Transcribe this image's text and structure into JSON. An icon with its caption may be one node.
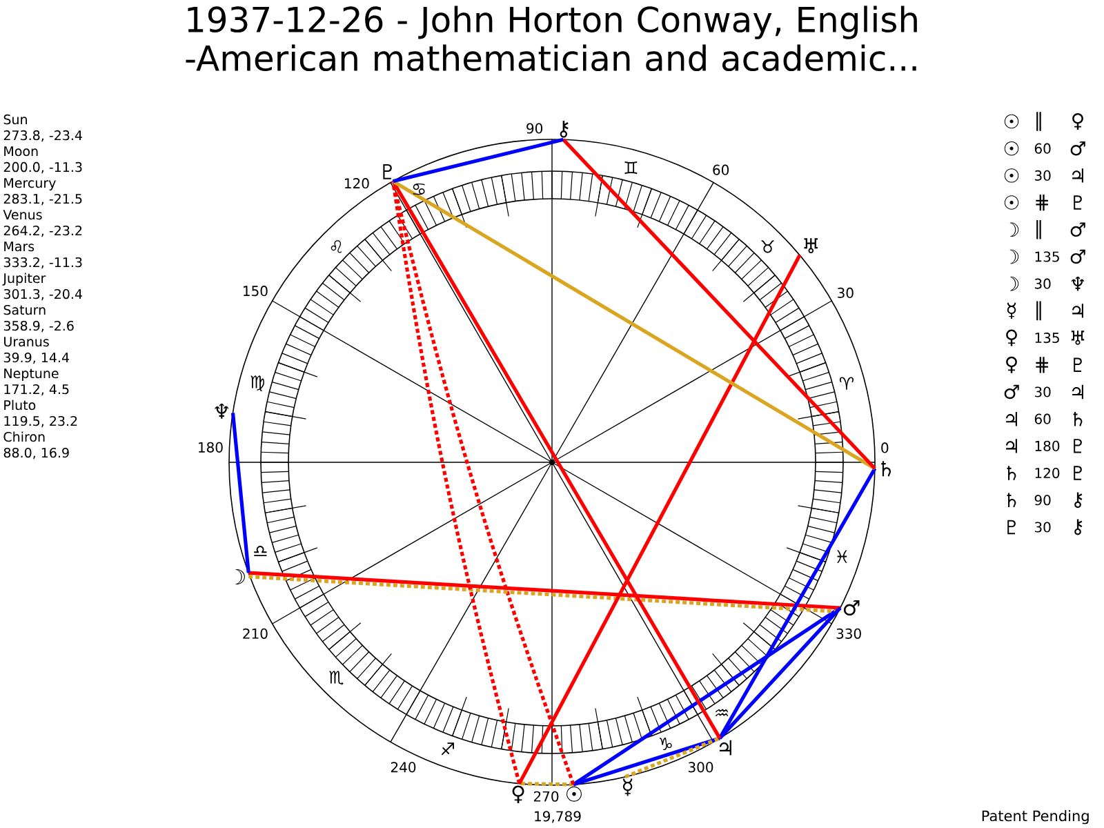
{
  "diagram": {
    "title": "1937-12-26 - John Horton Conway, English -American mathematician and academic...",
    "nodes": [
      {
        "text": [
          "☉"
        ]
      },
      {
        "text": [
          "☽"
        ]
      },
      {
        "text": [
          "☿"
        ]
      },
      {
        "text": [
          "♀"
        ]
      },
      {
        "text": [
          "♂"
        ]
      },
      {
        "text": [
          "♃"
        ]
      },
      {
        "text": [
          "♄"
        ]
      },
      {
        "text": [
          "♅"
        ]
      },
      {
        "text": [
          "♆"
        ]
      },
      {
        "text": [
          "♇"
        ]
      },
      {
        "text": [
          "⚷"
        ]
      }
    ],
    "edges": [
      {
        "from": 0,
        "to": 3,
        "arrow": "none",
        "style": "dashed",
        "color": "#daa520"
      },
      {
        "from": 0,
        "to": 4,
        "arrow": "none",
        "color": "#0000ff"
      },
      {
        "from": 0,
        "to": 5,
        "arrow": "none",
        "color": "#0000ff"
      },
      {
        "from": 0,
        "to": 9,
        "arrow": "none",
        "style": "dashed",
        "color": "#ff0000"
      },
      {
        "from": 1,
        "to": 4,
        "arrow": "none",
        "style": "dashed",
        "color": "#daa520"
      },
      {
        "from": 1,
        "to": 4,
        "arrow": "none",
        "color": "#ff0000"
      },
      {
        "from": 1,
        "to": 8,
        "arrow": "none",
        "color": "#0000ff"
      },
      {
        "from": 2,
        "to": 5,
        "arrow": "none",
        "style": "dashed",
        "color": "#daa520"
      },
      {
        "from": 3,
        "to": 7,
        "arrow": "none",
        "color": "#ff0000"
      },
      {
        "from": 3,
        "to": 9,
        "arrow": "none",
        "style": "dashed",
        "color": "#ff0000"
      },
      {
        "from": 4,
        "to": 5,
        "arrow": "none",
        "color": "#0000ff"
      },
      {
        "from": 5,
        "to": 6,
        "arrow": "none",
        "color": "#0000ff"
      },
      {
        "from": 5,
        "to": 9,
        "arrow": "none",
        "color": "#ff0000"
      },
      {
        "from": 6,
        "to": 9,
        "arrow": "none",
        "color": "#daa520"
      },
      {
        "from": 6,
        "to": 10,
        "arrow": "none",
        "color": "#ff0000"
      },
      {
        "from": 9,
        "to": 10,
        "arrow": "none",
        "color": "#0000ff"
      }
    ],
    "labels": [
      "Sun",
      "273.8, -23.4",
      "Moon",
      "200.0, -11.3",
      "Mercury",
      "283.1, -21.5",
      "Venus",
      "264.2, -23.2",
      "Mars",
      "333.2, -11.3",
      "Jupiter",
      "301.3, -20.4",
      "Saturn",
      "358.9, -2.6",
      "Uranus",
      "39.9, 14.4",
      "Neptune",
      "171.2, 4.5",
      "Pluto",
      "119.5, 23.2",
      "Chiron",
      "88.0, 16.9",
      "90",
      "60",
      "120",
      "150",
      "30",
      "180",
      "0",
      "210",
      "330",
      "240",
      "300",
      "270",
      "♊",
      "♋",
      "♌",
      "♉",
      "♍",
      "♈",
      "♎",
      "♓",
      "♏",
      "♒",
      "♐",
      "♑",
      "☉",
      "∥",
      "♀",
      "☉",
      "60",
      "♂",
      "☉",
      "30",
      "♃",
      "☉",
      "⋕",
      "♇",
      "☽",
      "∥",
      "♂",
      "☽",
      "135",
      "♂",
      "☽",
      "30",
      "♆",
      "☿",
      "∥",
      "♃",
      "♀",
      "135",
      "♅",
      "♀",
      "⋕",
      "♇",
      "♂",
      "30",
      "♃",
      "♃",
      "60",
      "♄",
      "♃",
      "180",
      "♇",
      "♄",
      "120",
      "♇",
      "♄",
      "90",
      "⚷",
      "♇",
      "30",
      "⚷",
      "19,789",
      "Patent Pending"
    ]
  }
}
